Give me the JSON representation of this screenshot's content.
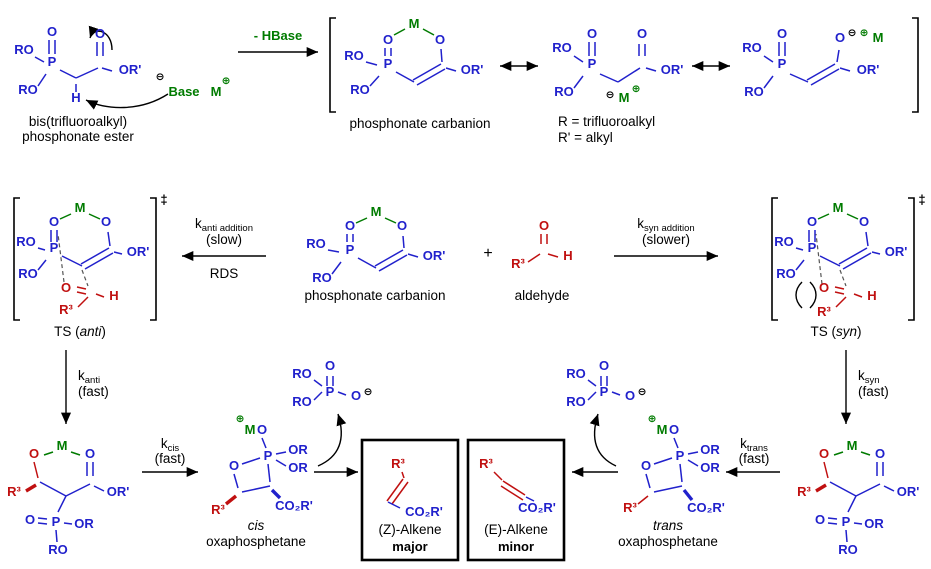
{
  "colors": {
    "structure_blue": "#2121CC",
    "aldehyde_red": "#C01010",
    "metal_green": "#007B00",
    "text_black": "#000000"
  },
  "atoms": {
    "RO": "RO",
    "OR": "OR",
    "ORprime": "OR'",
    "P": "P",
    "O": "O",
    "M": "M",
    "H": "H",
    "R3": "R³",
    "CO2Rprime": "CO₂R'",
    "base": "Base"
  },
  "charges": {
    "minus": "⊖",
    "plus": "⊕"
  },
  "captions": {
    "ester1": "bis(trifluoroalkyl)",
    "ester2": "phosphonate ester",
    "minus_hbase": "- HBase",
    "phosphonate_carbanion": "phosphonate carbanion",
    "r_def": "R = trifluoroalkyl",
    "rprime_def": "R' = alkyl",
    "aldehyde": "aldehyde",
    "plus": "+",
    "dagger": "‡",
    "ts_pre": "TS (",
    "paren_close": ")",
    "anti": "anti",
    "syn": "syn",
    "cis": "cis",
    "trans": "trans",
    "oxaphosphetane": "oxaphosphetane",
    "z_alkene": "(Z)-Alkene",
    "major": "major",
    "e_alkene": "(E)-Alkene",
    "minor": "minor",
    "rds": "RDS",
    "slow": "(slow)",
    "slower": "(slower)",
    "fast": "(fast)",
    "k": "k",
    "k_anti_addition_sub": "anti addition",
    "k_syn_addition_sub": "syn addition",
    "k_anti_sub": "anti",
    "k_syn_sub": "syn",
    "k_cis_sub": "cis",
    "k_trans_sub": "trans"
  }
}
